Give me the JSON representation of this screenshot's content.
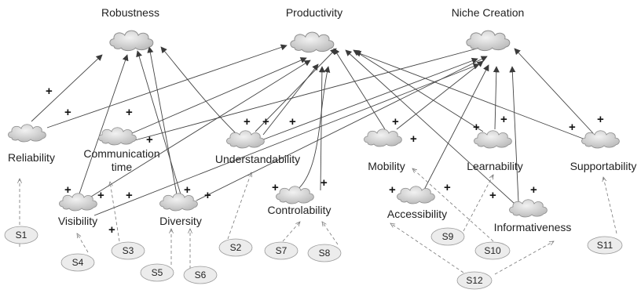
{
  "goals": {
    "robustness": "Robustness",
    "productivity": "Productivity",
    "niche_creation": "Niche Creation"
  },
  "factors": {
    "reliability": "Reliability",
    "communication_time_line1": "Communication",
    "communication_time_line2": "time",
    "understandability": "Understandability",
    "mobility": "Mobility",
    "learnability": "Learnability",
    "supportability": "Supportability",
    "visibility": "Visibility",
    "diversity": "Diversity",
    "controlability": "Controlability",
    "accessibility": "Accessibility",
    "informativeness": "Informativeness"
  },
  "strategies": {
    "s1": "S1",
    "s2": "S2",
    "s3": "S3",
    "s4": "S4",
    "s5": "S5",
    "s6": "S6",
    "s7": "S7",
    "s8": "S8",
    "s9": "S9",
    "s10": "S10",
    "s11": "S11",
    "s12": "S12"
  },
  "contribution_sign": "+",
  "colors": {
    "cloud_fill": "#d6d6d6",
    "cloud_stroke": "#8a8a8a",
    "edge": "#444444"
  }
}
